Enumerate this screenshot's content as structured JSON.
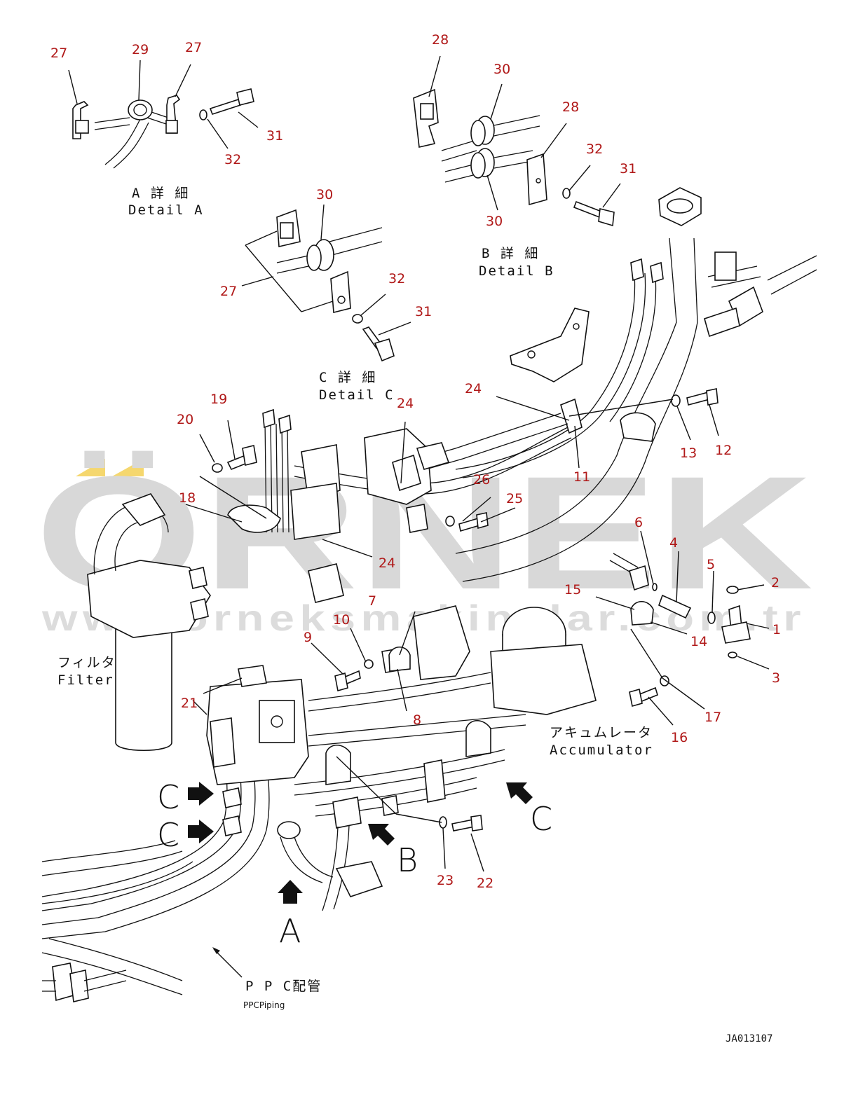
{
  "watermark": {
    "brand": "ÖRNEK",
    "site": "www.orneksmakinalar.com.tr",
    "brand_color": "#d8d8d8",
    "accent_color": "#f5d76e"
  },
  "details": {
    "a": {
      "jp": "A 詳 細",
      "en": "Detail A"
    },
    "b": {
      "jp": "B 詳 細",
      "en": "Detail B"
    },
    "c": {
      "jp": "C 詳 細",
      "en": "Detail C"
    }
  },
  "labels": {
    "filter_jp": "フィルタ",
    "filter_en": "Filter",
    "accumulator_jp": "アキュムレータ",
    "accumulator_en": "Accumulator",
    "ppc_jp": "P P C配管",
    "ppc_en": "PPCPiping"
  },
  "view_arrows": {
    "c1": "C",
    "c2": "C",
    "c3": "C",
    "b": "B",
    "a": "A"
  },
  "drawing_code": "JA013107",
  "part_numbers": {
    "n1": "1",
    "n2": "2",
    "n3": "3",
    "n4": "4",
    "n5": "5",
    "n6": "6",
    "n7": "7",
    "n8": "8",
    "n9": "9",
    "n10": "10",
    "n11": "11",
    "n12": "12",
    "n13": "13",
    "n14": "14",
    "n15": "15",
    "n16": "16",
    "n17": "17",
    "n18": "18",
    "n19": "19",
    "n20": "20",
    "n21": "21",
    "n22": "22",
    "n23": "23",
    "n24": "24",
    "n25": "25",
    "n26": "26",
    "n27": "27",
    "n28": "28",
    "n29": "29",
    "n30": "30",
    "n31": "31",
    "n32": "32"
  },
  "colors": {
    "callout": "#b01818",
    "line": "#111111"
  }
}
